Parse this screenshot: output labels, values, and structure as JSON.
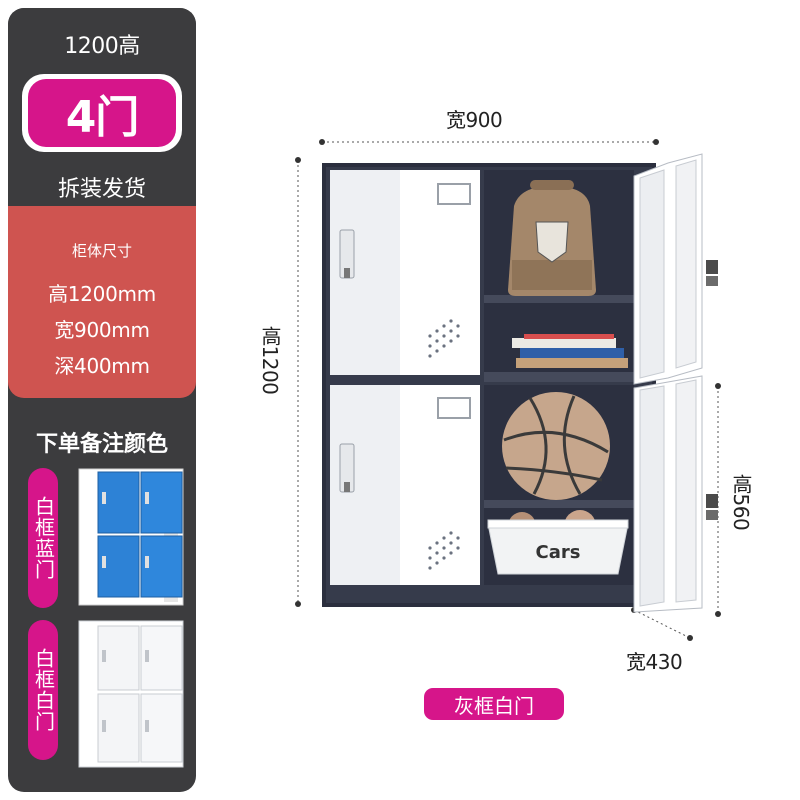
{
  "sidebar": {
    "height_label": "1200高",
    "door_count": "4门",
    "shipping": "拆装发货",
    "dims_title": "柜体尺寸",
    "dims": [
      "高1200mm",
      "宽900mm",
      "深400mm"
    ],
    "color_note": "下单备注颜色",
    "variants": [
      {
        "label": "白框蓝门",
        "door_color": "#2d82d6"
      },
      {
        "label": "白框白门",
        "door_color": "#f2f3f5"
      }
    ]
  },
  "main": {
    "width_label": "宽900",
    "height_label": "高1200",
    "door_height_label": "高560",
    "door_width_label": "宽430",
    "color_badge": "灰框白门",
    "box_text": "Cars"
  },
  "colors": {
    "accent": "#d6158a",
    "dims_bg": "#cf5450",
    "sidebar_bg": "#3c3c3e",
    "frame": "#2b2f3e"
  }
}
